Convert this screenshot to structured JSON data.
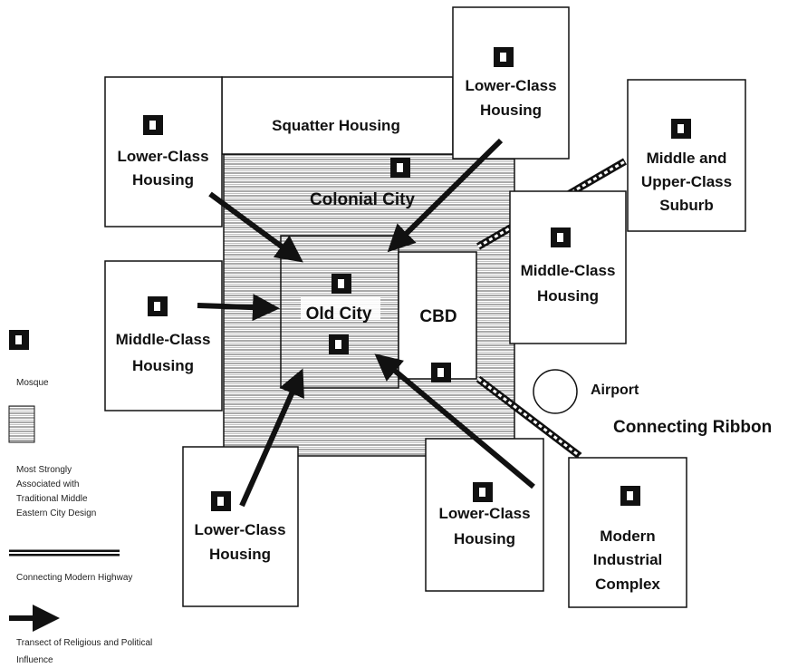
{
  "zones": {
    "squatter": "Squatter Housing",
    "colonial": "Colonial City",
    "old_city": "Old City",
    "cbd": "CBD",
    "lower_nw": [
      "Lower-Class",
      "Housing"
    ],
    "lower_top": [
      "Lower-Class",
      "Housing"
    ],
    "middle_upper": [
      "Middle and",
      "Upper-Class",
      "Suburb"
    ],
    "middle_east": [
      "Middle-Class",
      "Housing"
    ],
    "middle_west": [
      "Middle-Class",
      "Housing"
    ],
    "lower_sw": [
      "Lower-Class",
      "Housing"
    ],
    "lower_s": [
      "Lower-Class",
      "Housing"
    ],
    "industrial": [
      "Modern",
      "Industrial",
      "Complex"
    ],
    "airport": "Airport",
    "ribbon": "Connecting Ribbon"
  },
  "legend": {
    "mosque": "Mosque",
    "traditional": [
      "Most Strongly",
      "Associated with",
      "Traditional Middle",
      "Eastern City Design"
    ],
    "highway": "Connecting Modern Highway",
    "transect": [
      "Transect of Religious and Political",
      "Influence"
    ]
  },
  "colors": {
    "ink": "#111111",
    "hatch": "#555555",
    "background": "#ffffff"
  }
}
